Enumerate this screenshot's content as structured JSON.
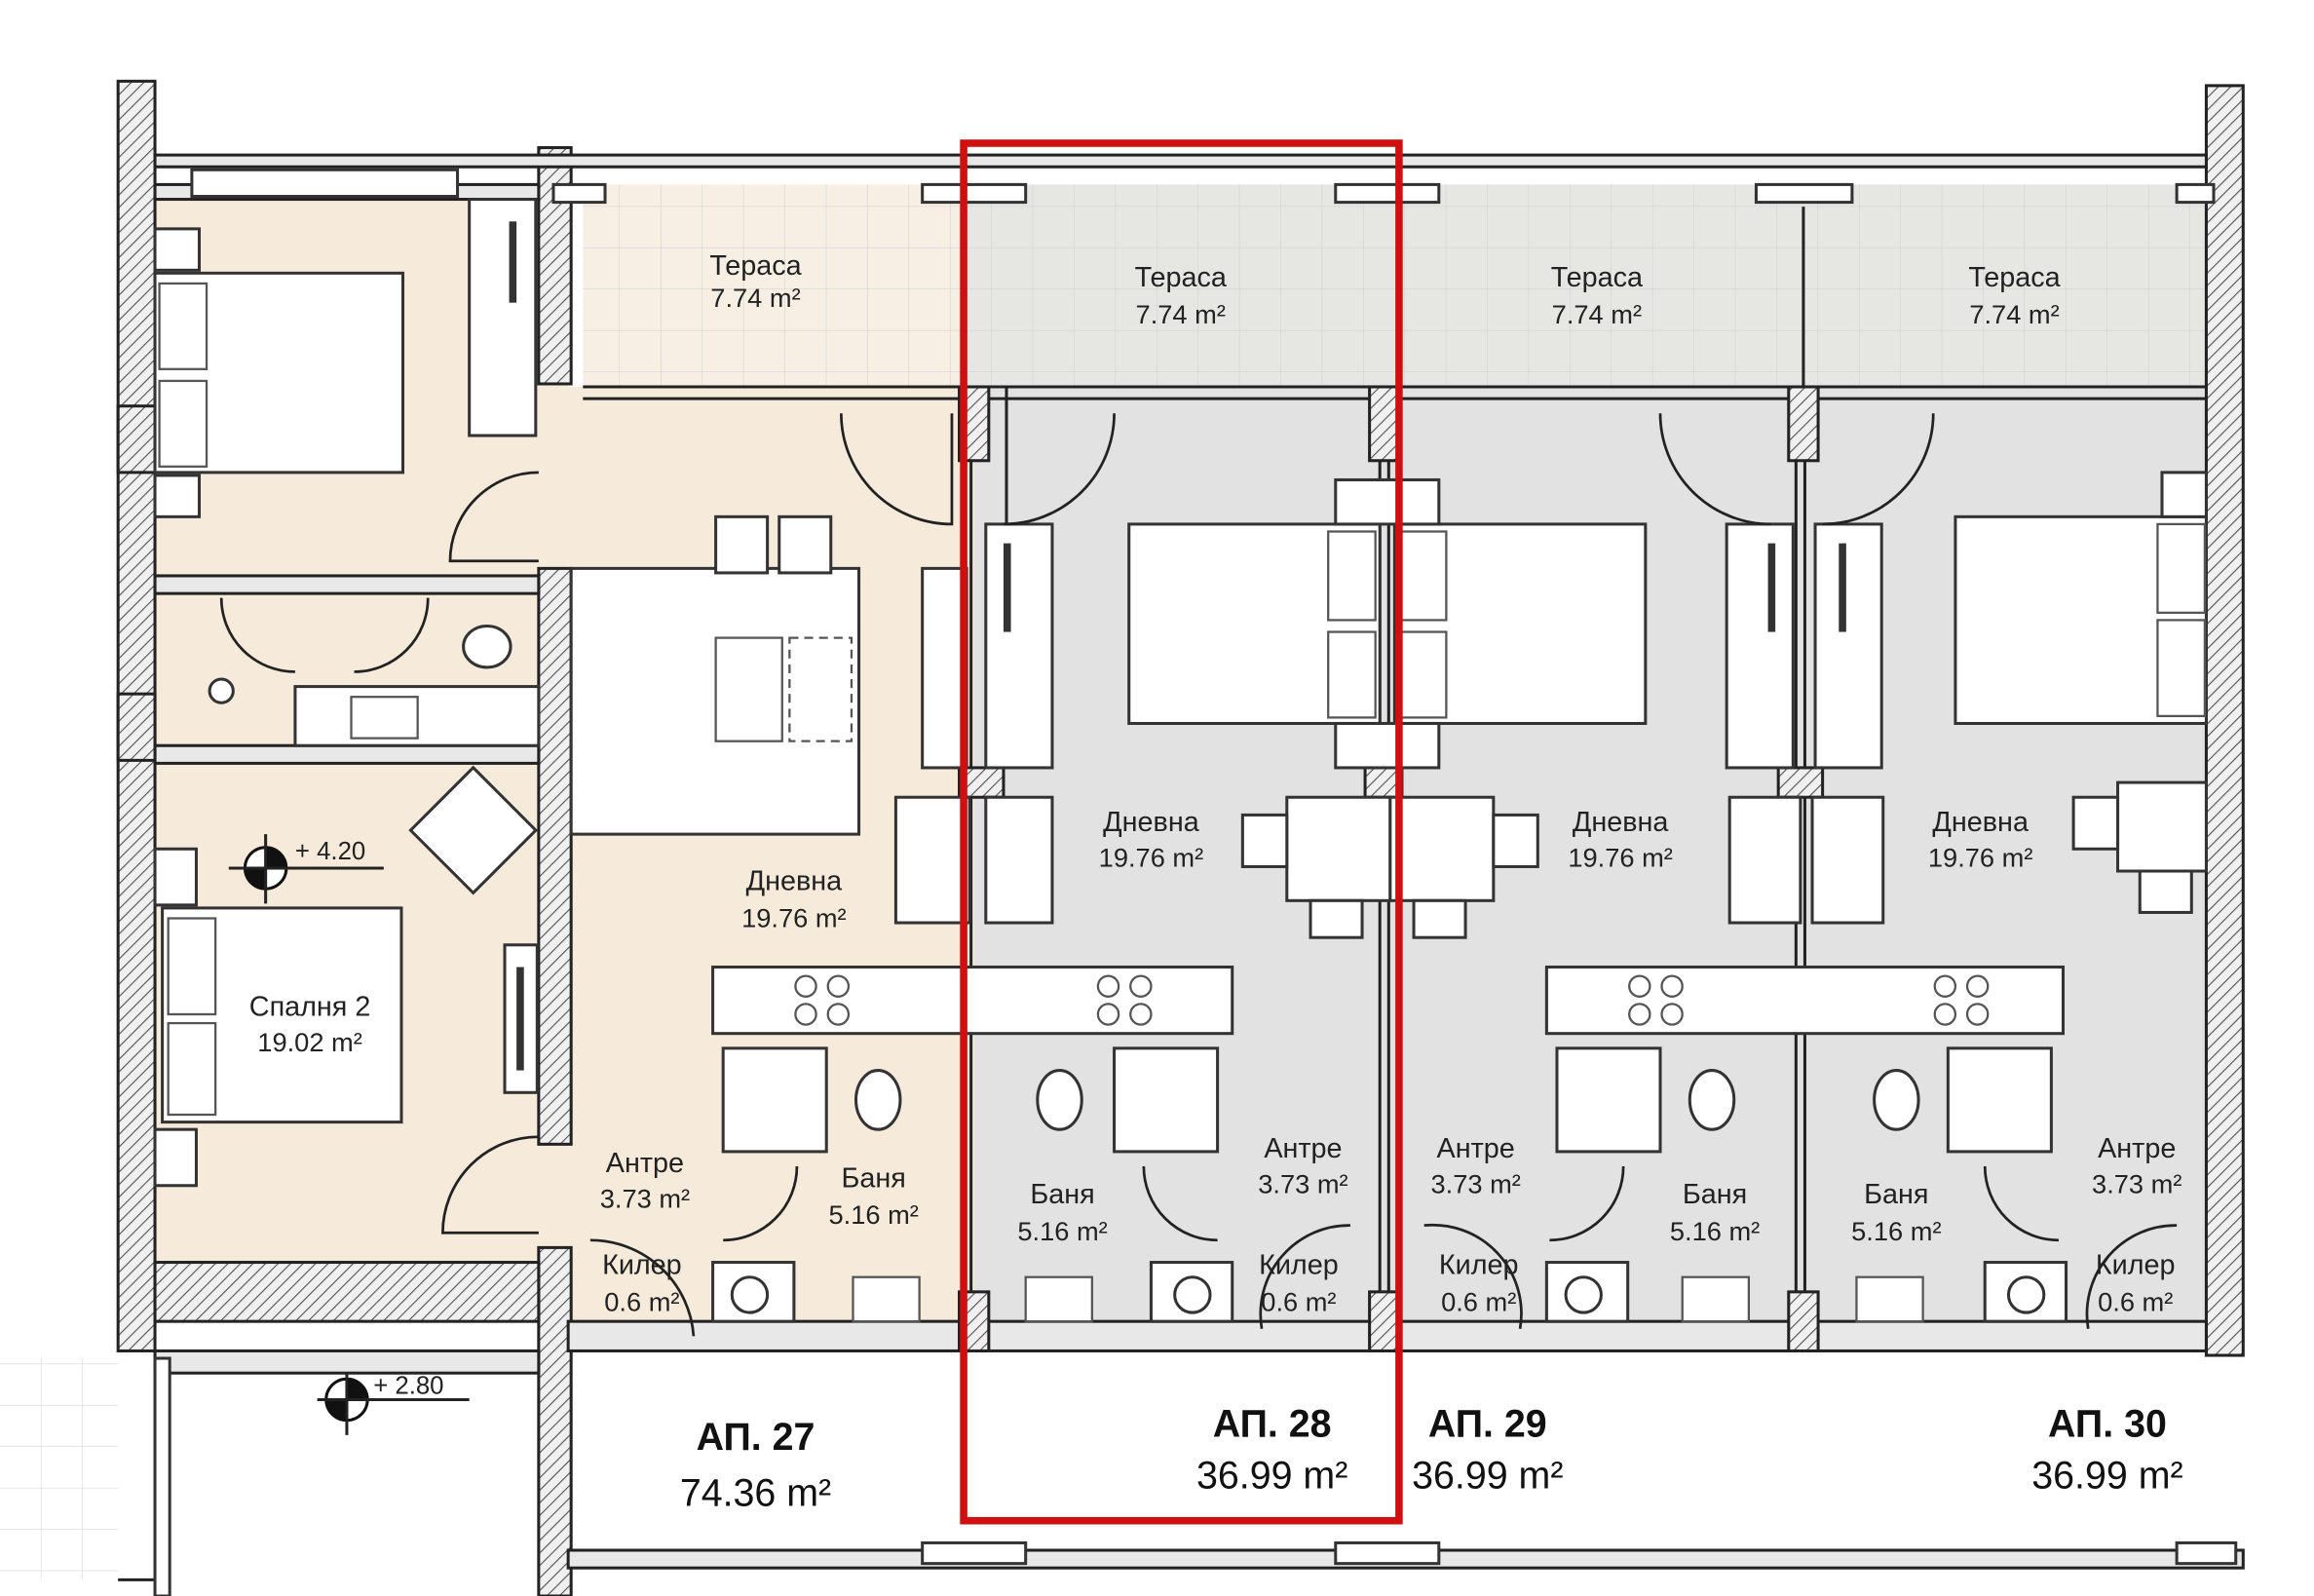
{
  "plan": {
    "highlight_color": "#d01010",
    "colors": {
      "apt27_fill": "#f6eadb",
      "studio_fill": "#e2e2e2",
      "terrace_studio": "#e6e6e3",
      "terrace_27": "#f7efe4"
    },
    "level_marks": [
      "+ 4.20",
      "+ 2.80"
    ],
    "terraces": [
      {
        "name": "Тераса",
        "area": "7.74 m²"
      },
      {
        "name": "Тераса",
        "area": "7.74 m²"
      },
      {
        "name": "Тераса",
        "area": "7.74 m²"
      },
      {
        "name": "Тераса",
        "area": "7.74 m²"
      }
    ],
    "apartments": [
      {
        "number": "АП. 27",
        "area": "74.36 m²",
        "rooms": {
          "bedroom": {
            "name": "Спалня 2",
            "area": "19.02 m²"
          },
          "living": {
            "name": "Дневна",
            "area": "19.76 m²"
          },
          "hall": {
            "name": "Антре",
            "area": "3.73 m²"
          },
          "bath": {
            "name": "Баня",
            "area": "5.16 m²"
          },
          "storage": {
            "name": "Килер",
            "area": "0.6 m²"
          }
        }
      },
      {
        "number": "АП. 28",
        "area": "36.99 m²",
        "highlighted": true,
        "rooms": {
          "living": {
            "name": "Дневна",
            "area": "19.76 m²"
          },
          "hall": {
            "name": "Антре",
            "area": "3.73 m²"
          },
          "bath": {
            "name": "Баня",
            "area": "5.16 m²"
          },
          "storage": {
            "name": "Килер",
            "area": "0.6 m²"
          }
        }
      },
      {
        "number": "АП. 29",
        "area": "36.99 m²",
        "rooms": {
          "living": {
            "name": "Дневна",
            "area": "19.76 m²"
          },
          "hall": {
            "name": "Антре",
            "area": "3.73 m²"
          },
          "bath": {
            "name": "Баня",
            "area": "5.16 m²"
          },
          "storage": {
            "name": "Килер",
            "area": "0.6 m²"
          }
        }
      },
      {
        "number": "АП. 30",
        "area": "36.99 m²",
        "rooms": {
          "living": {
            "name": "Дневна",
            "area": "19.76 m²"
          },
          "hall": {
            "name": "Антре",
            "area": "3.73 m²"
          },
          "bath": {
            "name": "Баня",
            "area": "5.16 m²"
          },
          "storage": {
            "name": "Килер",
            "area": "0.6 m²"
          }
        }
      }
    ]
  }
}
